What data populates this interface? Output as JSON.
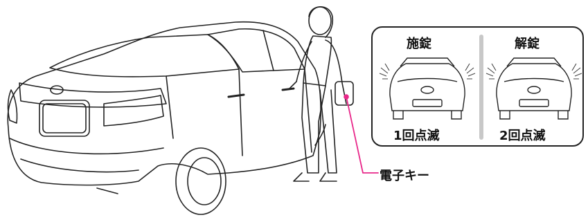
{
  "panel": {
    "lock_title": "施錠",
    "unlock_title": "解錠",
    "lock_blink": "1回点滅",
    "unlock_blink": "2回点滅"
  },
  "callout": {
    "key_label": "電子キー",
    "line_color": "#e8288a"
  }
}
